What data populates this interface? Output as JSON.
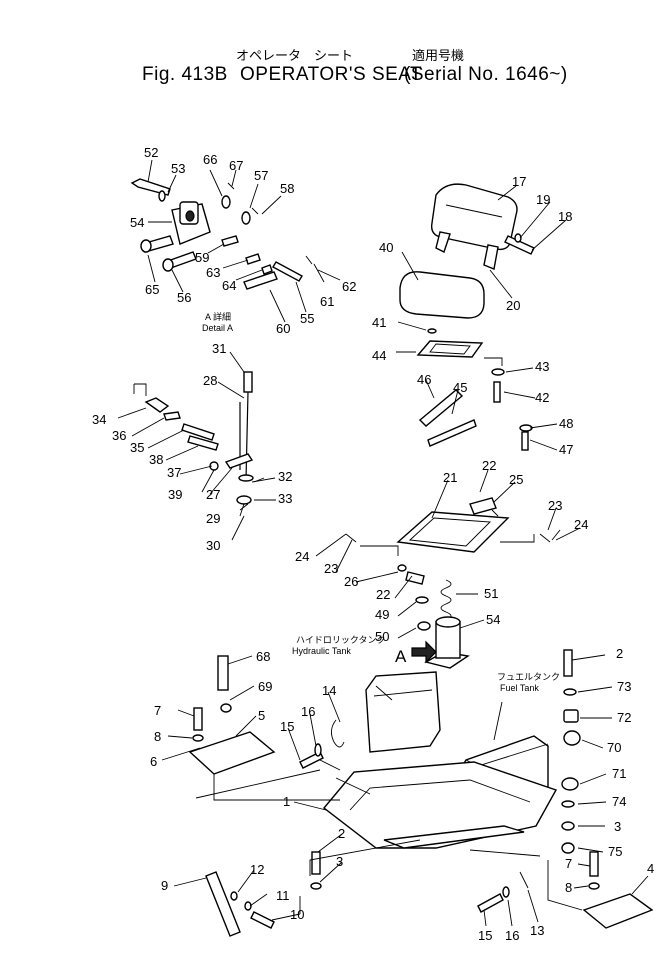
{
  "header": {
    "title_jp": "オペレータ　シート",
    "fig": "Fig. 413B",
    "title": "OPERATOR'S SEAT",
    "serial_jp": "適用号機",
    "serial": "(Serial No. 1646~)"
  },
  "captions": {
    "detail_jp": "A 詳細",
    "detail": "Detail A",
    "hydraulic_jp": "ハイドロリックタンク",
    "hydraulic": "Hydraulic Tank",
    "fuel_jp": "フュエルタンク",
    "fuel": "Fuel Tank",
    "arrow_a": "A"
  },
  "part_labels": {
    "p52": "52",
    "p53": "53",
    "p66": "66",
    "p67": "67",
    "p57": "57",
    "p58": "58",
    "p54a": "54",
    "p59": "59",
    "p63": "63",
    "p64": "64",
    "p61": "61",
    "p62": "62",
    "p65": "65",
    "p56": "56",
    "p60": "60",
    "p55": "55",
    "p17": "17",
    "p19": "19",
    "p18": "18",
    "p20": "20",
    "p40": "40",
    "p41": "41",
    "p44": "44",
    "p43": "43",
    "p42": "42",
    "p46": "46",
    "p45": "45",
    "p48": "48",
    "p47": "47",
    "p31": "31",
    "p28": "28",
    "p34": "34",
    "p36": "36",
    "p35": "35",
    "p38": "38",
    "p37": "37",
    "p39": "39",
    "p27": "27",
    "p32": "32",
    "p33": "33",
    "p29": "29",
    "p30": "30",
    "p21": "21",
    "p22a": "22",
    "p25": "25",
    "p23a": "23",
    "p24a": "24",
    "p24b": "24",
    "p23b": "23",
    "p26": "26",
    "p22b": "22",
    "p49": "49",
    "p51": "51",
    "p50": "50",
    "p54b": "54",
    "p68": "68",
    "p69": "69",
    "p7a": "7",
    "p5": "5",
    "p8a": "8",
    "p6": "6",
    "p14": "14",
    "p15a": "15",
    "p16a": "16",
    "p1": "1",
    "p2a": "2",
    "p73": "73",
    "p72": "72",
    "p70": "70",
    "p71": "71",
    "p74": "74",
    "p3a": "3",
    "p75": "75",
    "p2b": "2",
    "p3b": "3",
    "p9": "9",
    "p12": "12",
    "p11": "11",
    "p10": "10",
    "p7b": "7",
    "p8b": "8",
    "p4": "4",
    "p15b": "15",
    "p16b": "16",
    "p13": "13"
  }
}
